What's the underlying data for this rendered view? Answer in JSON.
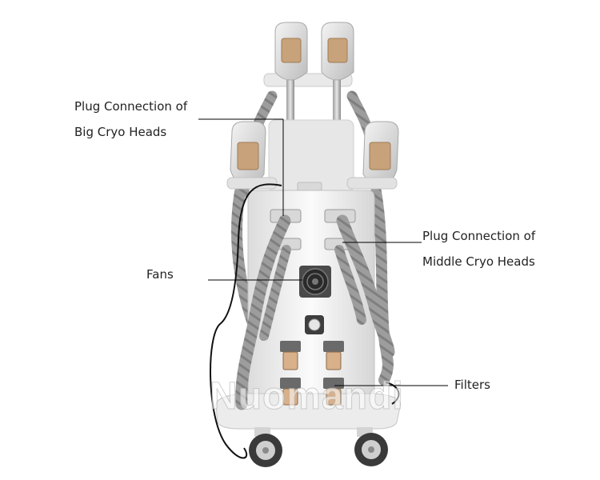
{
  "labels": {
    "big_heads": [
      "Plug Connection of",
      "Big Cryo Heads"
    ],
    "middle_heads": [
      "Plug Connection of",
      "Middle Cryo Heads"
    ],
    "fans": "Fans",
    "filters": "Filters"
  },
  "watermark": "Nuomandi",
  "colors": {
    "background": "#ffffff",
    "body": "#f1f1f1",
    "hose": "#9a9a9a",
    "label_text": "#222222",
    "leader_line": "#000000"
  }
}
